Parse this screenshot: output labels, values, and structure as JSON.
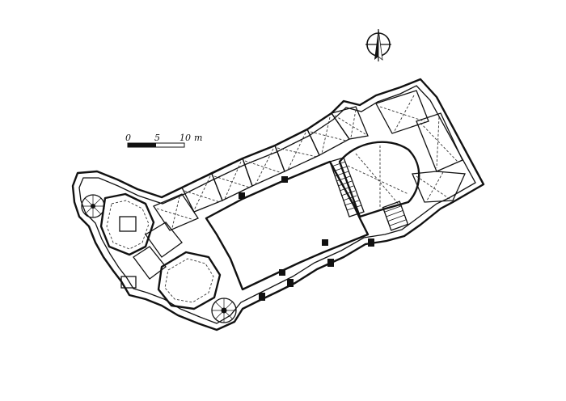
{
  "scale_bar": {
    "tick_0": "0",
    "tick_5": "5",
    "tick_10": "10",
    "unit": "m"
  },
  "north_arrow": {
    "icon": "north-arrow-icon"
  },
  "colors": {
    "ink": "#111111",
    "paper": "#ffffff"
  }
}
